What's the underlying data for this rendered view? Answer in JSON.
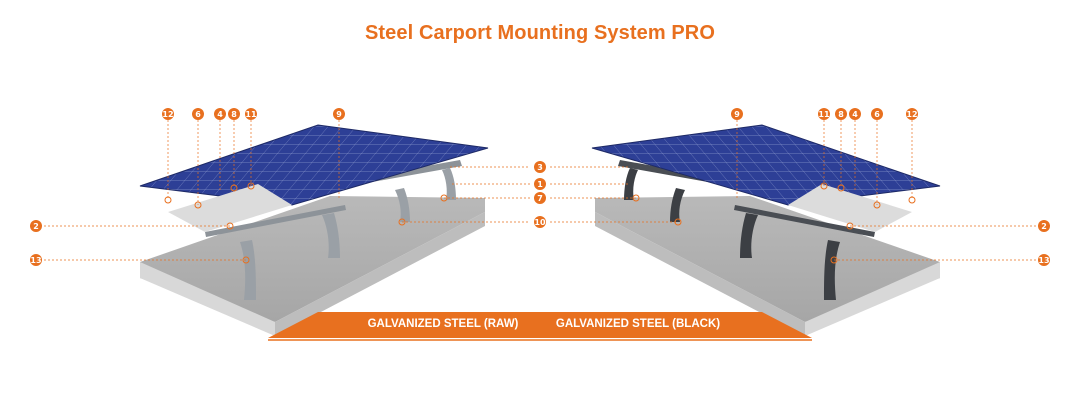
{
  "title": "Steel Carport Mounting System PRO",
  "finish_labels": {
    "raw": "GALVANIZED STEEL (RAW)",
    "black": "GALVANIZED STEEL (BLACK)"
  },
  "colors": {
    "accent": "#e8701f",
    "panel": "#2b3a8c",
    "concrete": "#c9c9c9",
    "steel_raw": "#a9adb2",
    "steel_black": "#3c3f44"
  },
  "callouts": {
    "left_top": [
      "12",
      "6",
      "4",
      "8",
      "11",
      "9"
    ],
    "center": [
      "3",
      "1",
      "7",
      "10"
    ],
    "right_top": [
      "9",
      "11",
      "8",
      "4",
      "6",
      "12"
    ],
    "sides": [
      "2",
      "13"
    ]
  }
}
